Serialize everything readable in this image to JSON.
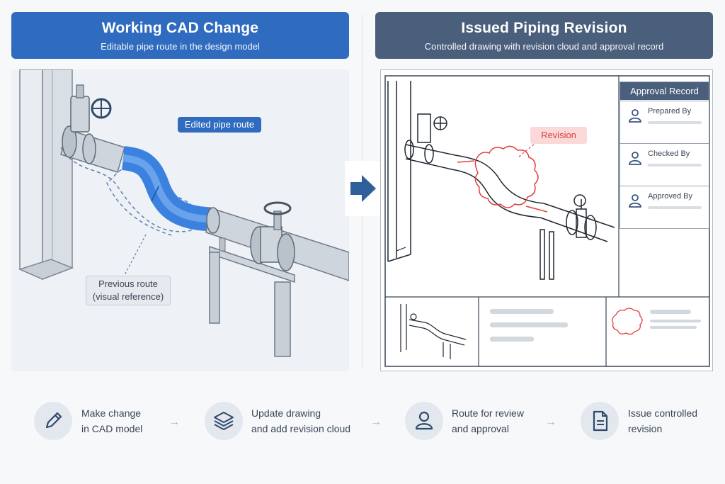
{
  "left_panel": {
    "title": "Working CAD Change",
    "subtitle": "Editable pipe route in the design model",
    "callout_edited": "Edited pipe route",
    "callout_previous_line1": "Previous route",
    "callout_previous_line2": "(visual reference)"
  },
  "right_panel": {
    "title": "Issued Piping Revision",
    "subtitle": "Controlled drawing with revision cloud and approval record",
    "revision_tag": "Revision",
    "approval": {
      "header": "Approval Record",
      "rows": [
        {
          "label": "Prepared By"
        },
        {
          "label": "Checked By"
        },
        {
          "label": "Approved By"
        }
      ]
    }
  },
  "steps": [
    {
      "line1": "Make change",
      "line2": "in CAD model",
      "icon": "pencil-icon"
    },
    {
      "line1": "Update drawing",
      "line2": "and add revision cloud",
      "icon": "layers-icon"
    },
    {
      "line1": "Route for review",
      "line2": "and approval",
      "icon": "user-icon"
    },
    {
      "line1": "Issue controlled",
      "line2": "revision",
      "icon": "document-icon"
    }
  ],
  "colors": {
    "left_banner": "#2f6bbf",
    "right_banner": "#4a5f7c",
    "edited_pipe": "#3b82e0",
    "revision_cloud": "#e0403e",
    "previous_route": "#5b7fb0",
    "flow_arrow": "#2f5f9a"
  }
}
